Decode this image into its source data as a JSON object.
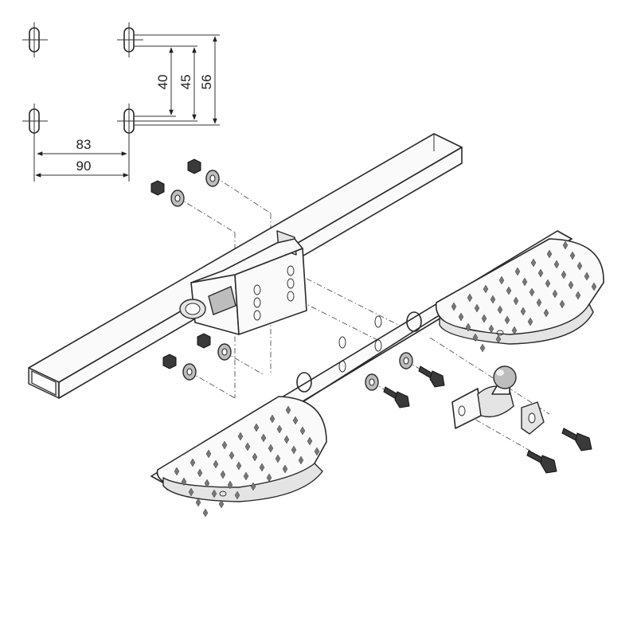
{
  "dimensions": {
    "horizontal": [
      "83",
      "90"
    ],
    "vertical": [
      "40",
      "45",
      "56"
    ]
  },
  "colors": {
    "line": "#2a2a2a",
    "fill": "#fafafa",
    "shade": "#e4e4e4",
    "hardware": "#3a3a3a"
  },
  "icons": {
    "bolt_hole": "slotted-hole-icon",
    "tow_ball": "tow-ball-icon"
  }
}
